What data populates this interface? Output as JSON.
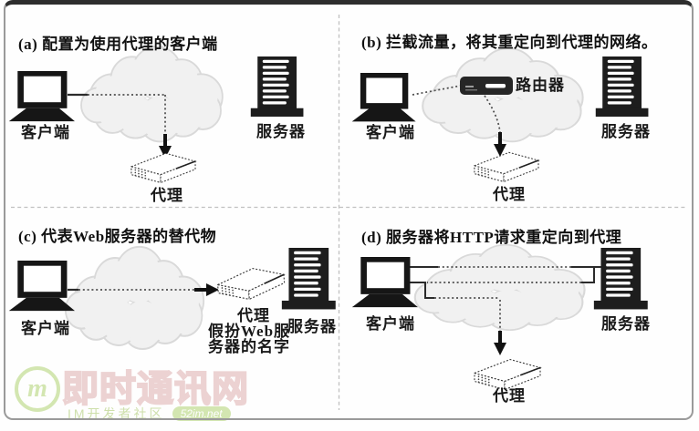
{
  "figure": {
    "panels": {
      "a": {
        "title": "(a) 配置为使用代理的客户端",
        "client_label": "客户端",
        "server_label": "服务器",
        "proxy_label": "代理"
      },
      "b": {
        "title": "(b) 拦截流量，将其重定向到代理的网络。",
        "client_label": "客户端",
        "router_label": "路由器",
        "server_label": "服务器",
        "proxy_label": "代理"
      },
      "c": {
        "title": "(c) 代表Web服务器的替代物",
        "client_label": "客户端",
        "server_label": "服务器",
        "proxy_label_line1": "代理",
        "proxy_label_line2": "假扮Web服",
        "proxy_label_line3": "务器的名字"
      },
      "d": {
        "title": "(d) 服务器将HTTP请求重定向到代理",
        "client_label": "客户端",
        "server_label": "服务器",
        "proxy_label": "代理"
      }
    },
    "watermark": {
      "logo_letter": "m",
      "site_name": "即时通讯网",
      "community": "IM开发者社区",
      "badge": "52im.net",
      "green": "#a9cf66",
      "outline_red": "#dba8a8"
    }
  }
}
